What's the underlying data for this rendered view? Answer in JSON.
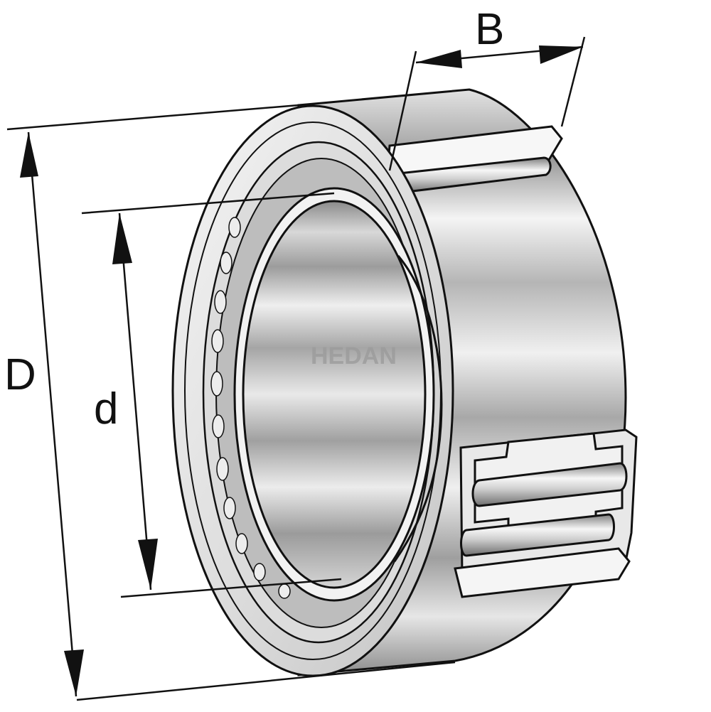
{
  "dimensions": {
    "outer_diameter_label": "D",
    "bore_diameter_label": "d",
    "width_label": "B"
  },
  "watermark": "HEDAN",
  "colors": {
    "line": "#111111",
    "metal_light": "#f2f2f2",
    "metal_mid": "#b9b9b9",
    "metal_dark": "#6f6f6f"
  }
}
